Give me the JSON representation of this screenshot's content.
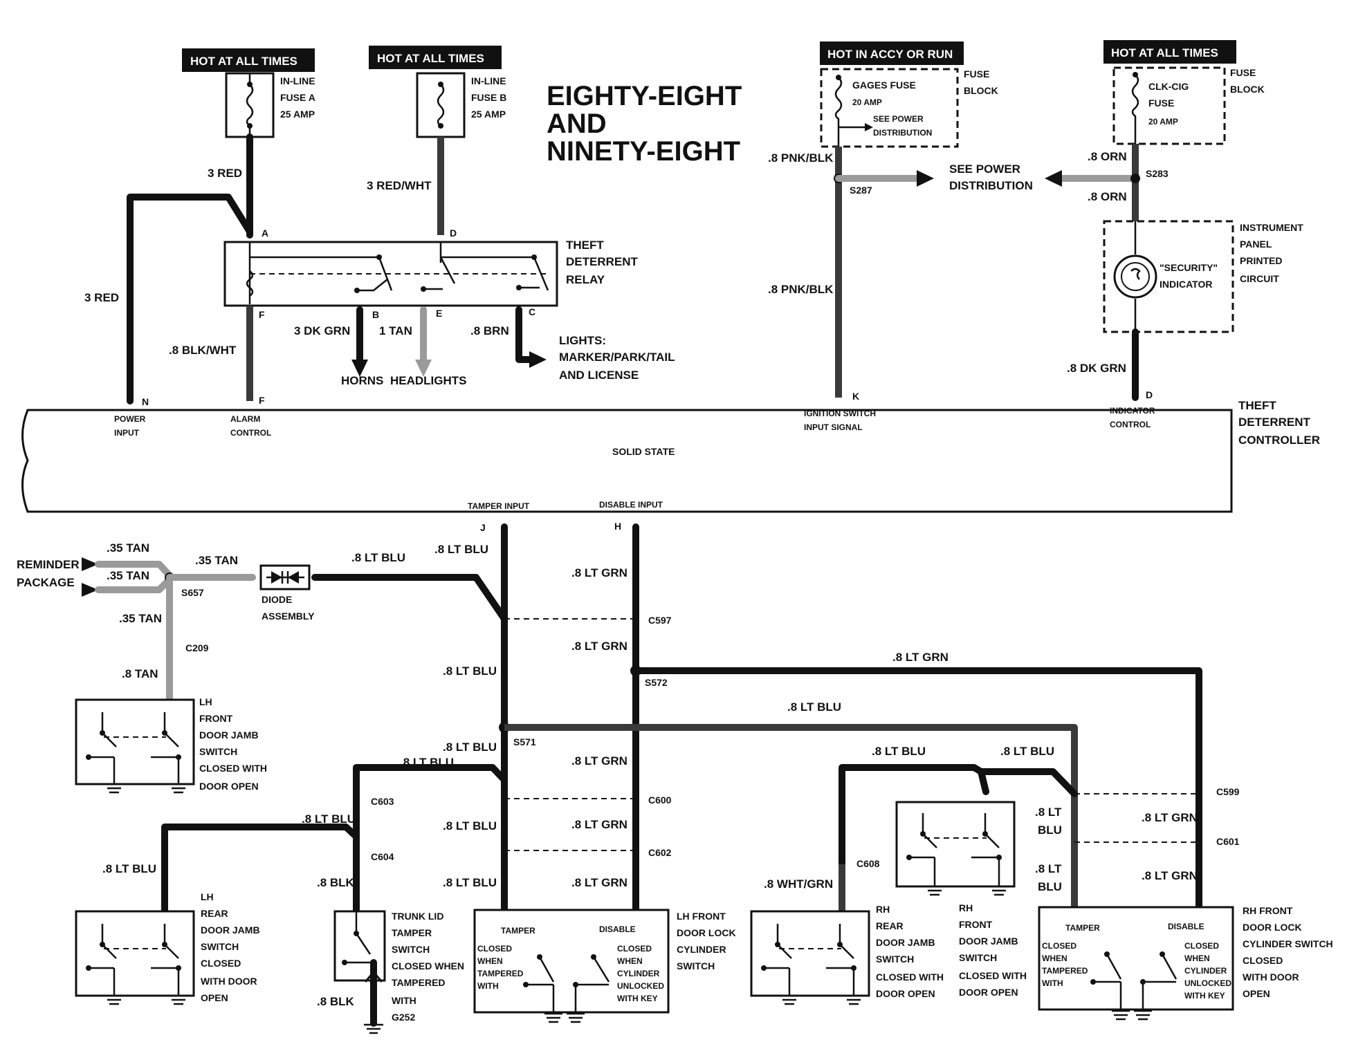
{
  "title": [
    "EIGHTY-EIGHT",
    "AND",
    "NINETY-EIGHT"
  ],
  "headers": {
    "hot_a": "HOT AT ALL TIMES",
    "hot_b": "HOT AT ALL TIMES",
    "hot_accy": "HOT IN ACCY OR RUN",
    "hot_clk": "HOT AT ALL TIMES"
  },
  "fuses": {
    "a": [
      "IN-LINE",
      "FUSE A",
      "25 AMP"
    ],
    "b": [
      "IN-LINE",
      "FUSE B",
      "25 AMP"
    ],
    "gages": [
      "GAGES FUSE",
      "20 AMP",
      "SEE POWER",
      "DISTRIBUTION"
    ],
    "clk": [
      "CLK-CIG",
      "FUSE",
      "20 AMP"
    ],
    "fuse_block_1": [
      "FUSE",
      "BLOCK"
    ],
    "fuse_block_2": [
      "FUSE",
      "BLOCK"
    ]
  },
  "see_power_distribution": [
    "SEE POWER",
    "DISTRIBUTION"
  ],
  "relay": {
    "name": [
      "THEFT",
      "DETERRENT",
      "RELAY"
    ],
    "pins": {
      "a": "A",
      "d": "D",
      "f": "F",
      "b": "B",
      "e": "E",
      "c": "C"
    }
  },
  "indicator": {
    "name": [
      "\"SECURITY\"",
      "INDICATOR"
    ],
    "panel": [
      "INSTRUMENT",
      "PANEL",
      "PRINTED",
      "CIRCUIT"
    ]
  },
  "controller": {
    "name": [
      "THEFT",
      "DETERRENT",
      "CONTROLLER"
    ],
    "body": "SOLID STATE",
    "pins": {
      "n": "N",
      "f": "F",
      "k": "K",
      "d": "D",
      "j": "J",
      "h": "H"
    },
    "power_input": [
      "POWER",
      "INPUT"
    ],
    "alarm_control": [
      "ALARM",
      "CONTROL"
    ],
    "ignition": [
      "IGNITION SWITCH",
      "INPUT SIGNAL"
    ],
    "indicator_control": [
      "INDICATOR",
      "CONTROL"
    ],
    "tamper_input": "TAMPER INPUT",
    "disable_input": "DISABLE INPUT"
  },
  "outputs": {
    "horns": "HORNS",
    "headlights": "HEADLIGHTS",
    "lights": [
      "LIGHTS:",
      "MARKER/PARK/TAIL",
      "AND LICENSE"
    ]
  },
  "wires": {
    "red3_a": "3 RED",
    "red3_b": "3 RED",
    "red_wht": "3 RED/WHT",
    "blk_wht": ".8 BLK/WHT",
    "dk_grn3": "3 DK GRN",
    "tan1": "1 TAN",
    "brn": ".8 BRN",
    "pnk_blk_1": ".8 PNK/BLK",
    "pnk_blk_2": ".8 PNK/BLK",
    "orn_1": ".8 ORN",
    "orn_2": ".8 ORN",
    "dk_grn_8": ".8 DK GRN",
    "tan35_1": ".35 TAN",
    "tan35_2": ".35 TAN",
    "tan35_3": ".35 TAN",
    "tan35_4": ".35 TAN",
    "tan8": ".8 TAN",
    "lt_blu": ".8 LT BLU",
    "lt_grn": ".8 LT GRN",
    "blk8": ".8 BLK",
    "wht_grn": ".8 WHT/GRN",
    "lt_b": ".8 LT",
    "blu": "BLU"
  },
  "splices": {
    "s287": "S287",
    "s283": "S283",
    "s657": "S657",
    "s571": "S571",
    "s572": "S572"
  },
  "connectors": {
    "c209": "C209",
    "c597": "C597",
    "c603": "C603",
    "c604": "C604",
    "c600": "C600",
    "c602": "C602",
    "c599": "C599",
    "c601": "C601",
    "c608": "C608",
    "g252": "G252"
  },
  "reminder": [
    "REMINDER",
    "PACKAGE"
  ],
  "diode": [
    "DIODE",
    "ASSEMBLY"
  ],
  "switches": {
    "lh_front_jamb": [
      "LH",
      "FRONT",
      "DOOR JAMB",
      "SWITCH",
      "CLOSED WITH",
      "DOOR OPEN"
    ],
    "lh_rear_jamb": [
      "LH",
      "REAR",
      "DOOR JAMB",
      "SWITCH",
      "CLOSED",
      "WITH DOOR",
      "OPEN"
    ],
    "trunk": [
      "TRUNK LID",
      "TAMPER",
      "SWITCH",
      "CLOSED WHEN",
      "TAMPERED",
      "WITH"
    ],
    "lh_lock": [
      "LH FRONT",
      "DOOR LOCK",
      "CYLINDER",
      "SWITCH"
    ],
    "rh_rear_jamb": [
      "RH",
      "REAR",
      "DOOR JAMB",
      "SWITCH",
      "CLOSED WITH",
      "DOOR OPEN"
    ],
    "rh_front_jamb": [
      "RH",
      "FRONT",
      "DOOR JAMB",
      "SWITCH",
      "CLOSED WITH",
      "DOOR OPEN"
    ],
    "rh_lock": [
      "RH FRONT",
      "DOOR LOCK",
      "CYLINDER SWITCH",
      "CLOSED",
      "WITH DOOR",
      "OPEN"
    ]
  },
  "lock_internals": {
    "tamper": "TAMPER",
    "disable": "DISABLE",
    "lh_tamper_note": [
      "CLOSED",
      "WHEN",
      "TAMPERED",
      "WITH"
    ],
    "lh_disable_note": [
      "CLOSED",
      "WHEN",
      "CYLINDER",
      "UNLOCKED",
      "WITH KEY"
    ],
    "rh_tamper_note": [
      "CLOSED",
      "WHEN",
      "TAMPERED",
      "WITH"
    ],
    "rh_disable_note": [
      "CLOSED",
      "WHEN",
      "CYLINDER",
      "UNLOCKED",
      "WITH KEY"
    ]
  }
}
